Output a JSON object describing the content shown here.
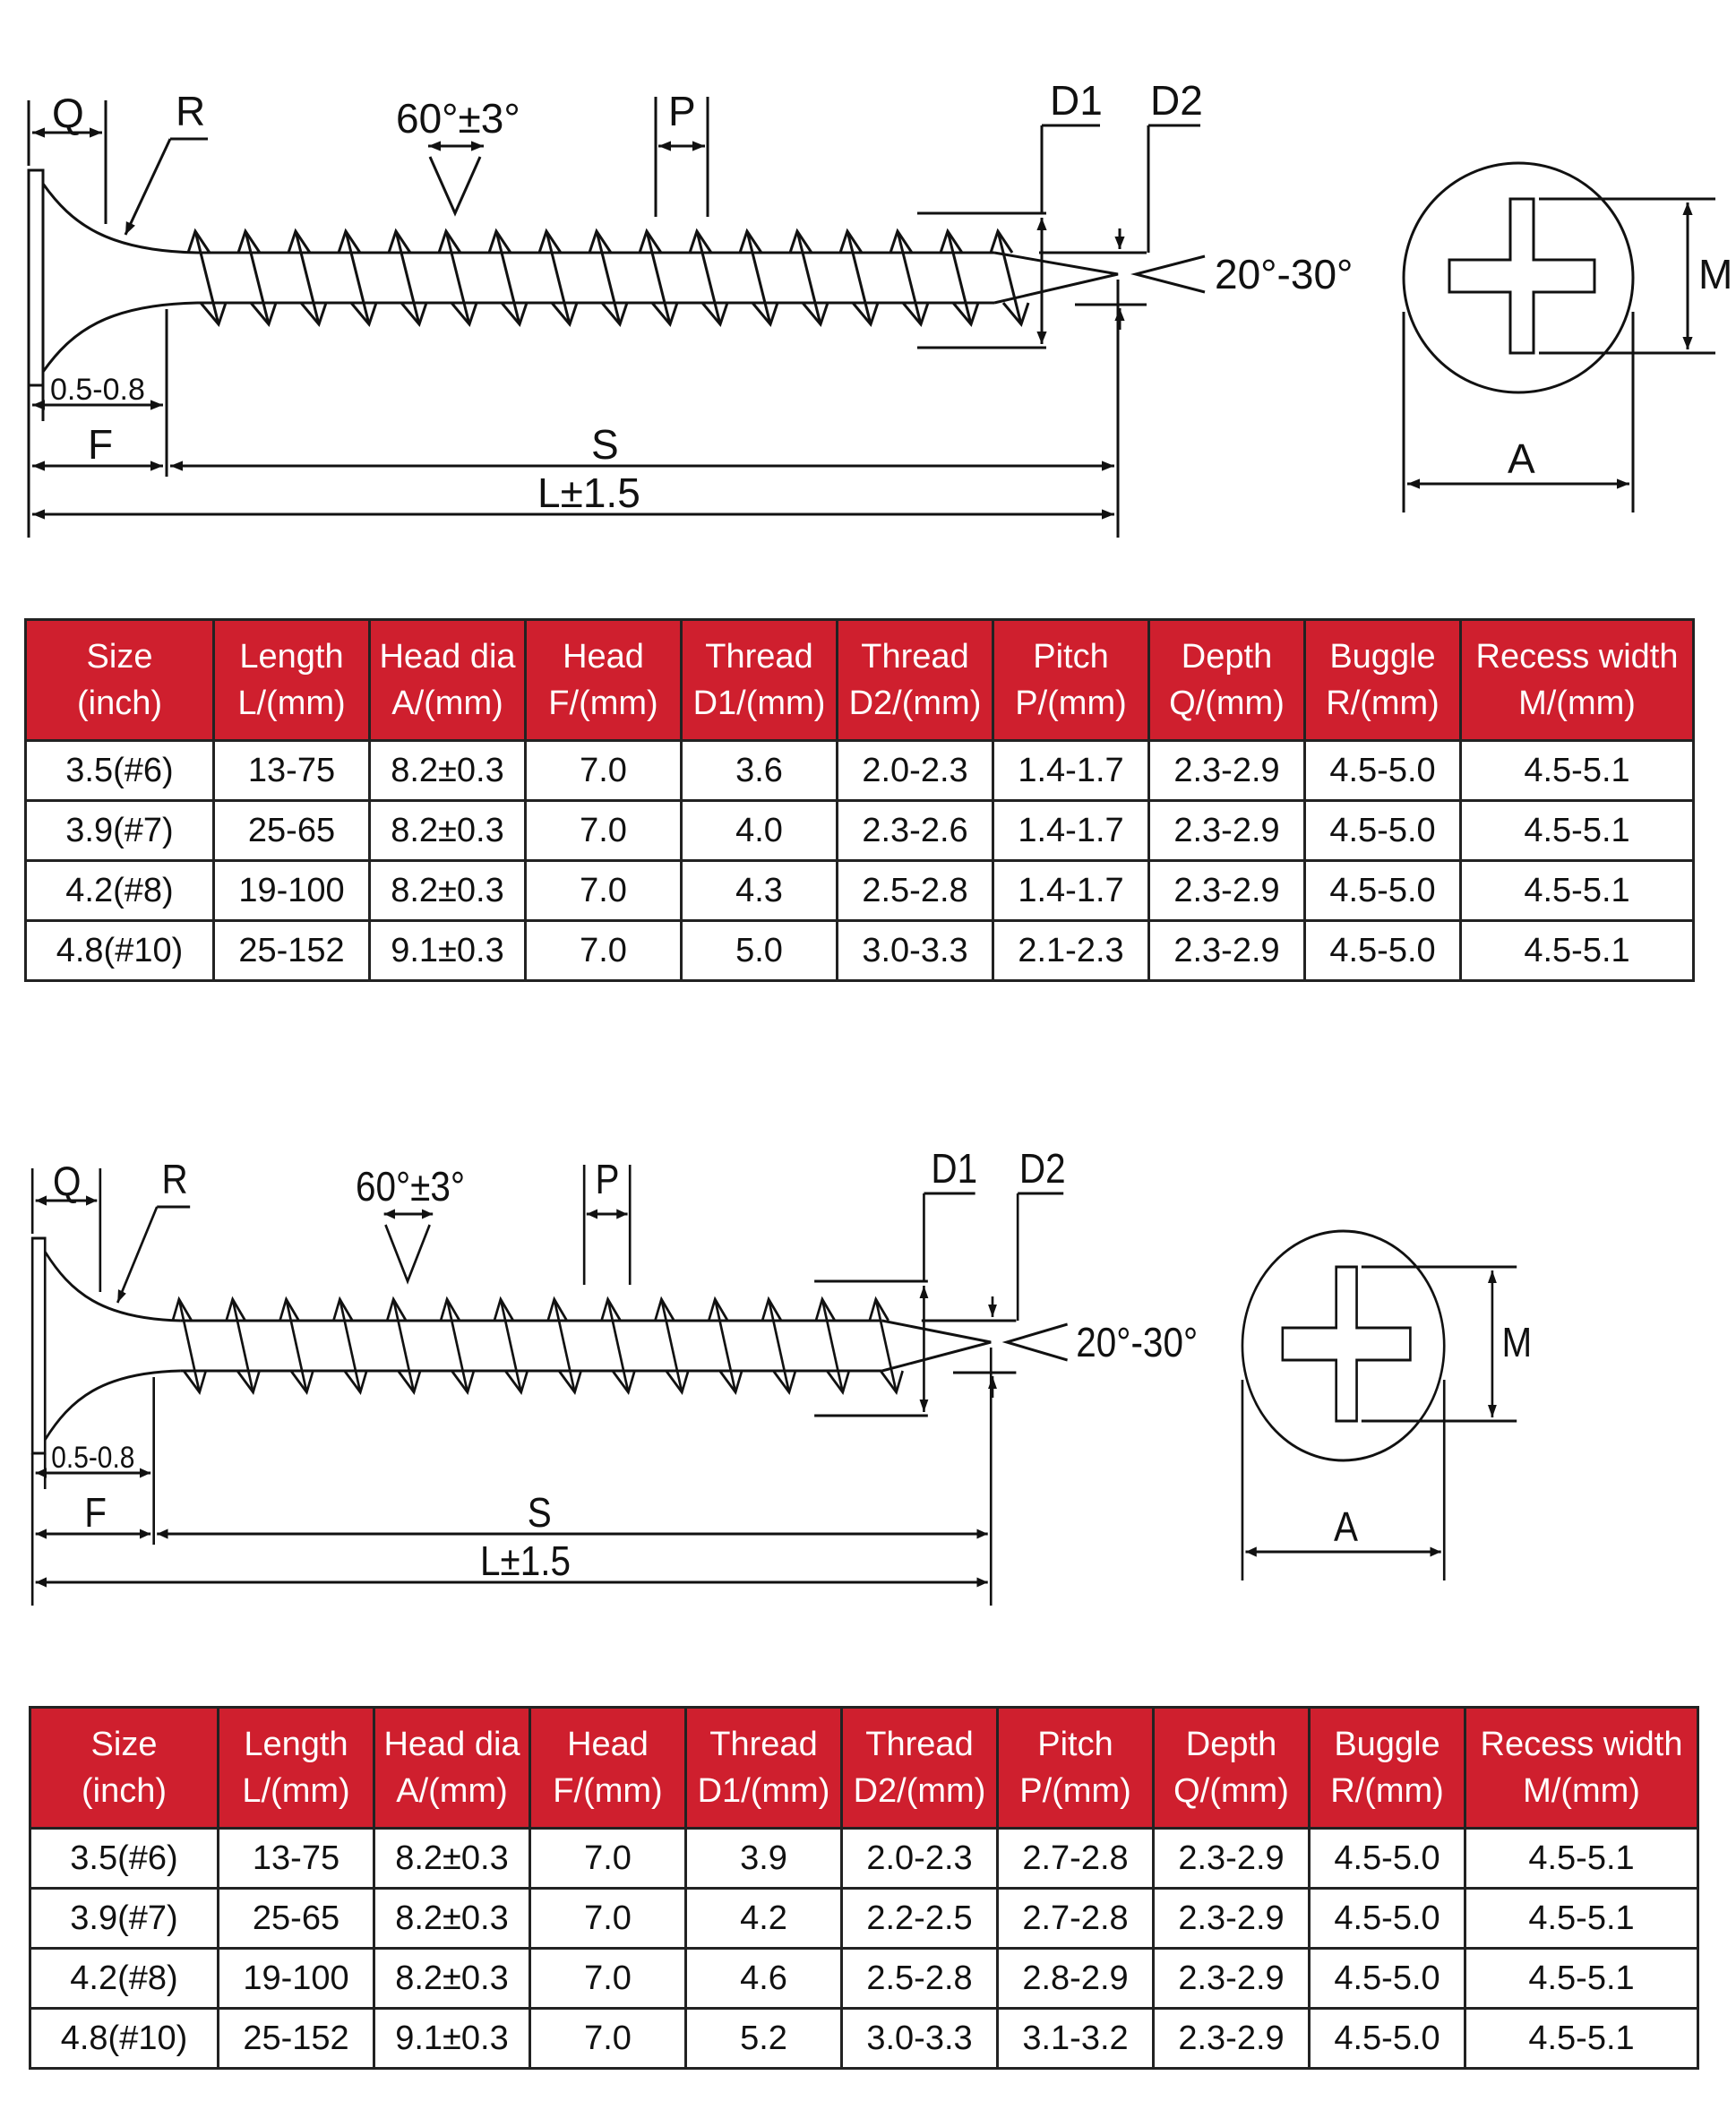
{
  "drawing_labels": {
    "q": "Q",
    "r": "R",
    "angle": "60°±3°",
    "p": "P",
    "d1": "D1",
    "d2": "D2",
    "tip_angle": "20°-30°",
    "m": "M",
    "a": "A",
    "tolerance": "0.5-0.8",
    "f": "F",
    "s": "S",
    "length": "L±1.5"
  },
  "table_headers": [
    [
      "Size",
      "(inch)"
    ],
    [
      "Length",
      "L/(mm)"
    ],
    [
      "Head dia",
      "A/(mm)"
    ],
    [
      "Head",
      "F/(mm)"
    ],
    [
      "Thread",
      "D1/(mm)"
    ],
    [
      "Thread",
      "D2/(mm)"
    ],
    [
      "Pitch",
      "P/(mm)"
    ],
    [
      "Depth",
      "Q/(mm)"
    ],
    [
      "Buggle",
      "R/(mm)"
    ],
    [
      "Recess width",
      "M/(mm)"
    ]
  ],
  "table_fine": [
    [
      "3.5(#6)",
      "13-75",
      "8.2±0.3",
      "7.0",
      "3.6",
      "2.0-2.3",
      "1.4-1.7",
      "2.3-2.9",
      "4.5-5.0",
      "4.5-5.1"
    ],
    [
      "3.9(#7)",
      "25-65",
      "8.2±0.3",
      "7.0",
      "4.0",
      "2.3-2.6",
      "1.4-1.7",
      "2.3-2.9",
      "4.5-5.0",
      "4.5-5.1"
    ],
    [
      "4.2(#8)",
      "19-100",
      "8.2±0.3",
      "7.0",
      "4.3",
      "2.5-2.8",
      "1.4-1.7",
      "2.3-2.9",
      "4.5-5.0",
      "4.5-5.1"
    ],
    [
      "4.8(#10)",
      "25-152",
      "9.1±0.3",
      "7.0",
      "5.0",
      "3.0-3.3",
      "2.1-2.3",
      "2.3-2.9",
      "4.5-5.0",
      "4.5-5.1"
    ]
  ],
  "table_coarse": [
    [
      "3.5(#6)",
      "13-75",
      "8.2±0.3",
      "7.0",
      "3.9",
      "2.0-2.3",
      "2.7-2.8",
      "2.3-2.9",
      "4.5-5.0",
      "4.5-5.1"
    ],
    [
      "3.9(#7)",
      "25-65",
      "8.2±0.3",
      "7.0",
      "4.2",
      "2.2-2.5",
      "2.7-2.8",
      "2.3-2.9",
      "4.5-5.0",
      "4.5-5.1"
    ],
    [
      "4.2(#8)",
      "19-100",
      "8.2±0.3",
      "7.0",
      "4.6",
      "2.5-2.8",
      "2.8-2.9",
      "2.3-2.9",
      "4.5-5.0",
      "4.5-5.1"
    ],
    [
      "4.8(#10)",
      "25-152",
      "9.1±0.3",
      "7.0",
      "5.2",
      "3.0-3.3",
      "3.1-3.2",
      "2.3-2.9",
      "4.5-5.0",
      "4.5-5.1"
    ]
  ],
  "colors": {
    "header_red": "#cf1f2e",
    "line": "#111111"
  }
}
